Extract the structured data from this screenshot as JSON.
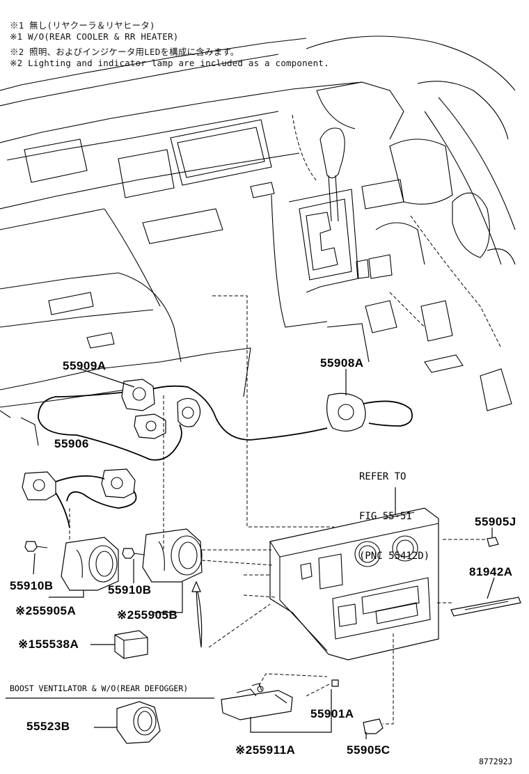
{
  "notes": [
    "※1 無し(リヤクーラ＆リヤヒータ)",
    "※1 W/O(REAR COOLER & RR HEATER)",
    "※2 照明、およびインジケータ用LEDを構成に含みます。",
    "※2 Lighting and indicator lamp are included as a component."
  ],
  "parts": {
    "p55909A": "55909A",
    "p55908A": "55908A",
    "p55906": "55906",
    "p55905J": "55905J",
    "p81942A": "81942A",
    "p55910B_left": "55910B",
    "p55910B_mid": "55910B",
    "p55905A": "※255905A",
    "p55905B": "※255905B",
    "p55538A": "※155538A",
    "p55523B": "55523B",
    "p55901A": "55901A",
    "p55911A": "※255911A",
    "p55905C": "55905C"
  },
  "reference": {
    "line1": "REFER TO",
    "line2": "FIG 55-51",
    "line3": "(PNC 55412D)"
  },
  "condition": "BOOST VENTILATOR & W/O(REAR DEFOGGER)",
  "diagram_code": "877292J"
}
